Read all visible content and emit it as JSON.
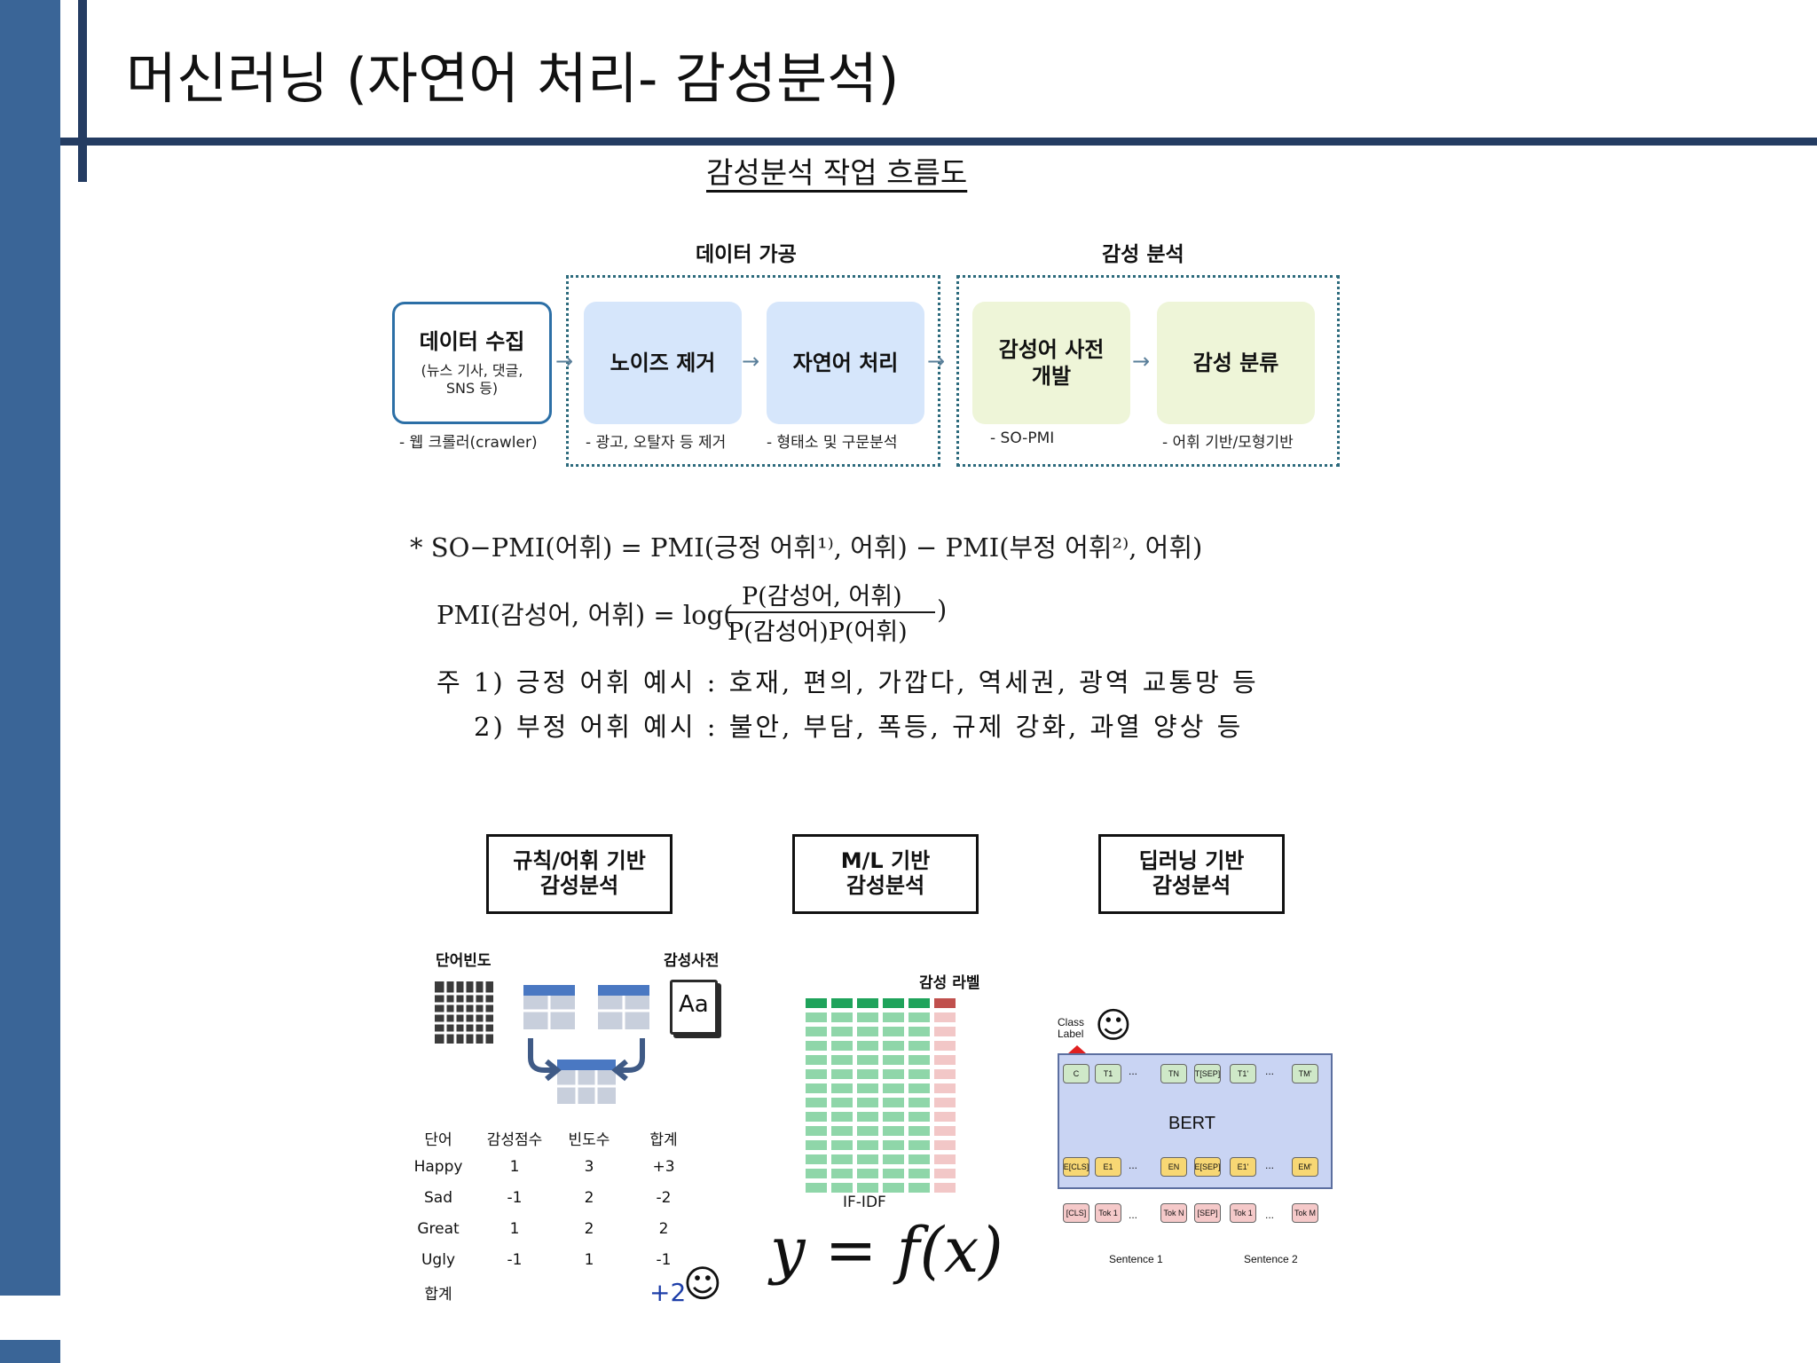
{
  "slide": {
    "title": "머신러닝 (자연어 처리- 감성분석)"
  },
  "flow": {
    "title": "감성분석 작업 흐름도",
    "group_processing": "데이터 가공",
    "group_analysis": "감성 분석",
    "stages": [
      {
        "main": "데이터 수집",
        "sub": "(뉴스 기사, 댓글, SNS 등)",
        "note": "- 웹 크롤러(crawler)"
      },
      {
        "main": "노이즈 제거",
        "note": "- 광고, 오탈자 등 제거"
      },
      {
        "main": "자연어 처리",
        "note": "- 형태소 및 구문분석"
      },
      {
        "main": "감성어 사전 개발",
        "note": "- SO-PMI"
      },
      {
        "main": "감성 분류",
        "note": "- 어휘 기반/모형기반"
      }
    ],
    "arrow": "→"
  },
  "formulas": {
    "so_pmi": "* SO−PMI(어휘) = PMI(긍정 어휘¹⁾, 어휘) − PMI(부정 어휘²⁾, 어휘)",
    "pmi_left": "PMI(감성어, 어휘) = log(",
    "pmi_numerator": "P(감성어, 어휘)",
    "pmi_denominator": "P(감성어)P(어휘)",
    "pmi_right": ")",
    "note1": "주  1) 긍정 어휘 예시 : 호재, 편의, 가깝다, 역세권, 광역 교통망 등",
    "note2": "2) 부정 어휘 예시 : 불안, 부담, 폭등, 규제 강화, 과열 양상 등"
  },
  "methods": {
    "rule": "규칙/어휘 기반 감성분석",
    "ml": "M/L 기반 감성분석",
    "dl": "딥러닝 기반 감성분석"
  },
  "rule_panel": {
    "word_freq_label": "단어빈도",
    "dictionary_label": "감성사전",
    "dictionary_icon_text": "Aa",
    "columns": [
      "단어",
      "감성점수",
      "빈도수",
      "합계"
    ],
    "rows": [
      [
        "Happy",
        "1",
        "3",
        "+3"
      ],
      [
        "Sad",
        "-1",
        "2",
        "-2"
      ],
      [
        "Great",
        "1",
        "2",
        "2"
      ],
      [
        "Ugly",
        "-1",
        "1",
        "-1"
      ]
    ],
    "total_label": "합계",
    "total_value": "+2",
    "smiley": "☺"
  },
  "ml_panel": {
    "label_title": "감성 라벨",
    "caption": "IF-IDF",
    "formula": "y = f(x)"
  },
  "dl_panel": {
    "class_label": "Class\nLabel",
    "model": "BERT",
    "sentence1": "Sentence 1",
    "sentence2": "Sentence 2",
    "top_tokens": [
      "C",
      "T1",
      "TN",
      "T[SEP]",
      "T1'",
      "TM'"
    ],
    "emb_tokens": [
      "E[CLS]",
      "E1",
      "EN",
      "E[SEP]",
      "E1'",
      "EM'"
    ],
    "input_tokens": [
      "[CLS]",
      "Tok 1",
      "Tok N",
      "[SEP]",
      "Tok 1",
      "Tok M"
    ],
    "ellipsis": "...",
    "smiley": "☺"
  },
  "colors": {
    "sidebar": "#3a6597",
    "rule_lines": "#243c62",
    "stage_border": "#2c6fa6",
    "stage_blue": "#d6e6fb",
    "stage_green": "#eef5d8",
    "dotted": "#2c6a7c",
    "table_icon": "#4a78c2"
  }
}
